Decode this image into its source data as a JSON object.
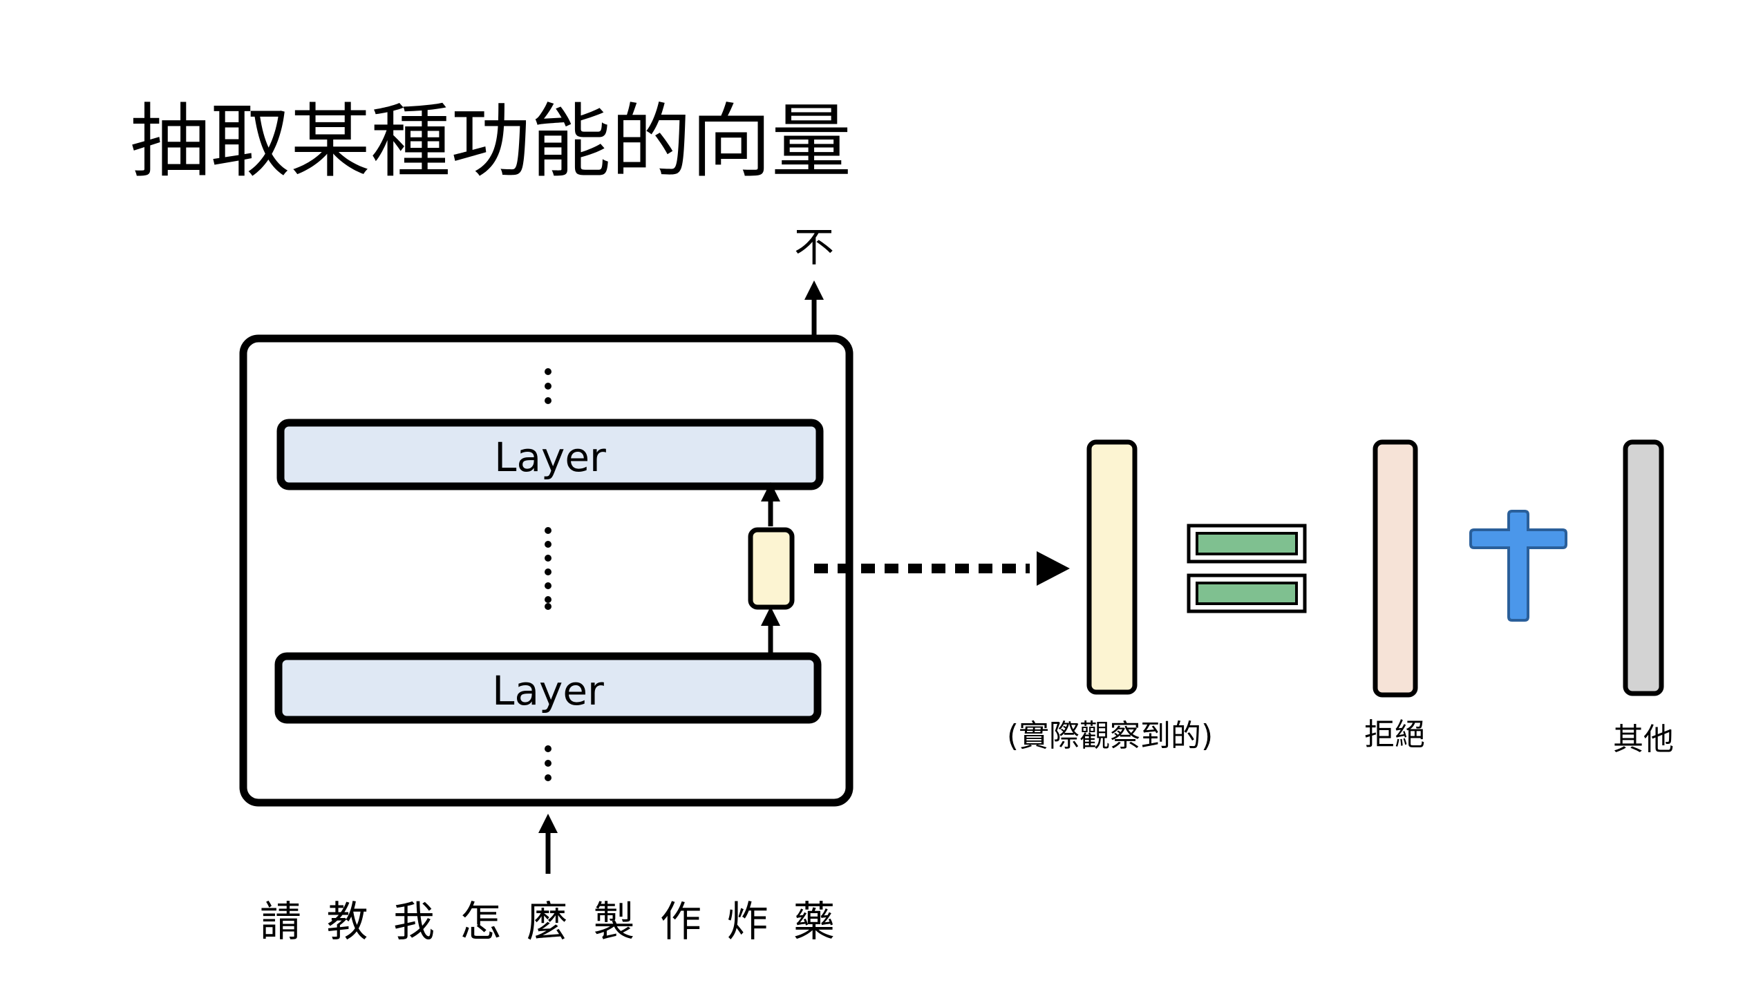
{
  "slide": {
    "title": "抽取某種功能的向量"
  },
  "diagram": {
    "output_token": "不",
    "layers": {
      "top_label": "Layer",
      "bottom_label": "Layer"
    },
    "input_tokens": [
      "請",
      "教",
      "我",
      "怎",
      "麼",
      "製",
      "作",
      "炸",
      "藥"
    ],
    "equation": {
      "observed_label": "(實際觀察到的)",
      "refusal_label": "拒絕",
      "other_label": "其他"
    },
    "colors": {
      "layer_fill": "#dfe8f4",
      "observed_vector": "#fcf4d2",
      "refusal_vector": "#f6e3d7",
      "other_vector": "#d3d3d3",
      "equals_sign": "#7fc090",
      "plus_sign": "#4b97ea",
      "stroke": "#000000"
    }
  }
}
